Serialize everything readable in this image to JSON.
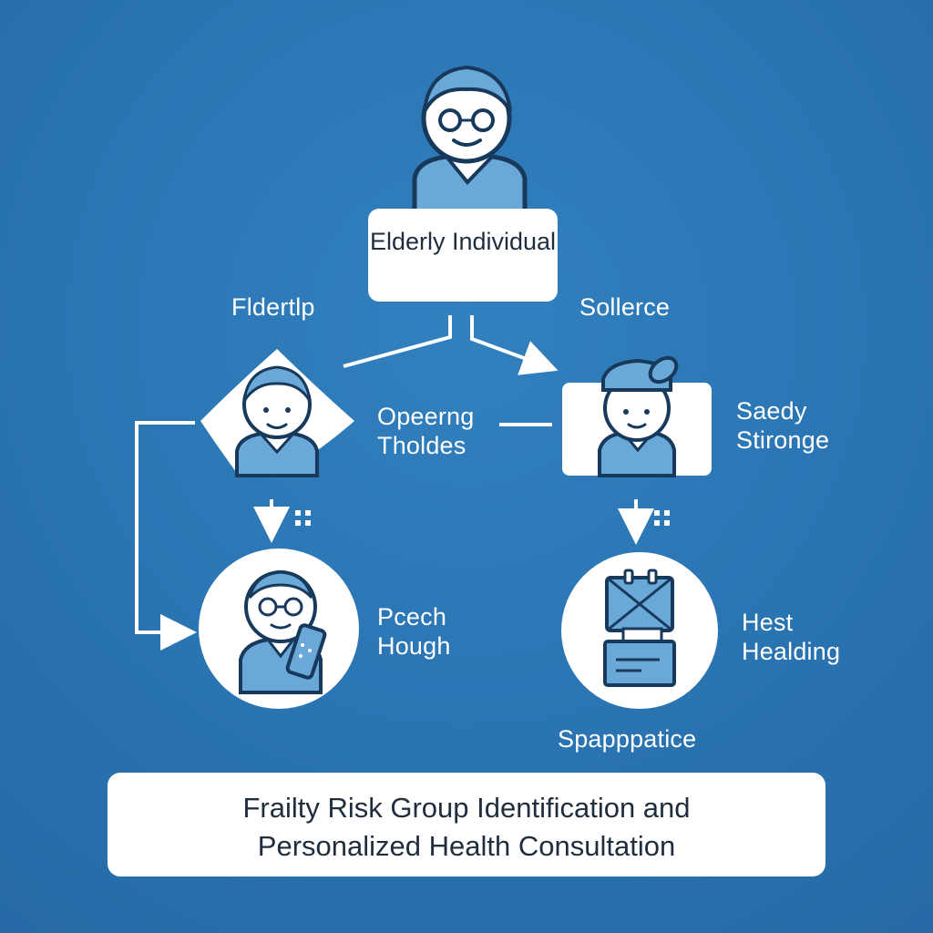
{
  "nodes": {
    "root": {
      "title": "Elderly Individual"
    },
    "left_top": {
      "label_lines": [
        "Opeerng",
        "Tholdes"
      ]
    },
    "left_bottom": {
      "label_lines": [
        "Pcech",
        "Hough"
      ]
    },
    "right_top": {
      "label_lines": [
        "Saedy",
        "Stironge"
      ]
    },
    "right_bottom": {
      "label_lines": [
        "Hest",
        "Healding"
      ],
      "sublabel": "Spapppatice"
    }
  },
  "branch_labels": {
    "left": "Fldertlp",
    "right": "Sollerce"
  },
  "footer": {
    "title_line1": "Frailty Risk Group Identification and",
    "title_line2": "Personalized Health Consultation"
  },
  "colors": {
    "background": "#2a74b2",
    "card": "#ffffff",
    "icon_fill": "#6aa8d8",
    "icon_stroke": "#173a5c",
    "text_dark": "#1f2d3d"
  },
  "icons": [
    "elderly-person-icon",
    "elderly-person-icon",
    "nurse-icon",
    "elderly-with-phone-icon",
    "calendar-document-icon"
  ]
}
